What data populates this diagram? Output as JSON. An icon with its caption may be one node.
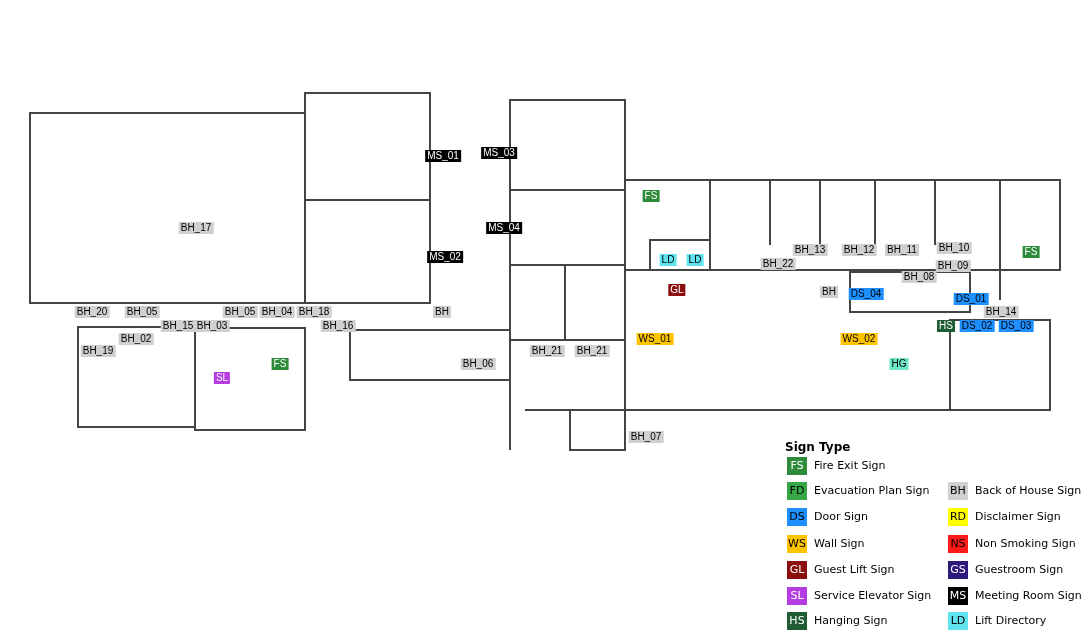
{
  "diagram": {
    "labels": [
      "MS_01",
      "MS_03",
      "FS",
      "BH_17",
      "MS_04",
      "BH_13",
      "BH_12",
      "BH_11",
      "BH_10",
      "FS",
      "MS_02",
      "LD",
      "LD",
      "BH_22",
      "BH_09",
      "BH_08",
      "GL",
      "BH",
      "DS_04",
      "DS_01",
      "BH_20",
      "BH_05",
      "BH_05",
      "BH_04",
      "BH_18",
      "BH",
      "BH_14",
      "BH_15",
      "BH_03",
      "BH_16",
      "HS",
      "DS_02",
      "DS_03",
      "BH_02",
      "WS_01",
      "WS_02",
      "BH_19",
      "BH_21",
      "BH_21",
      "FS",
      "BH_06",
      "HG",
      "SL",
      "BH_07",
      "Sign Type",
      "FS",
      "FD",
      "BH",
      "DS",
      "RD",
      "WS",
      "NS",
      "GL",
      "GS",
      "SL",
      "MS",
      "HS",
      "LD"
    ],
    "legend": [
      {
        "text": "Fire Exit Sign",
        "color": "#2e8b3a"
      },
      {
        "text": "Evacuation Plan Sign",
        "color": "#35a845"
      },
      {
        "text": "Back of House Sign",
        "color": "#d0d0d0"
      },
      {
        "text": "Door Sign",
        "color": "#1e8fff"
      },
      {
        "text": "Disclaimer Sign",
        "color": "#ffff00"
      },
      {
        "text": "Wall Sign",
        "color": "#ffc400"
      },
      {
        "text": "Non Smoking Sign",
        "color": "#ff1a1a"
      },
      {
        "text": "Guest Lift Sign",
        "color": "#8b0f0f"
      },
      {
        "text": "Guestroom Sign",
        "color": "#2e1a7a"
      },
      {
        "text": "Service Elevator Sign",
        "color": "#b43ce0"
      },
      {
        "text": "Meeting Room Sign",
        "color": "#000000"
      },
      {
        "text": "Hanging Sign",
        "color": "#1f5c34"
      },
      {
        "text": "Lift Directory",
        "color": "#5fe3ef"
      }
    ]
  }
}
